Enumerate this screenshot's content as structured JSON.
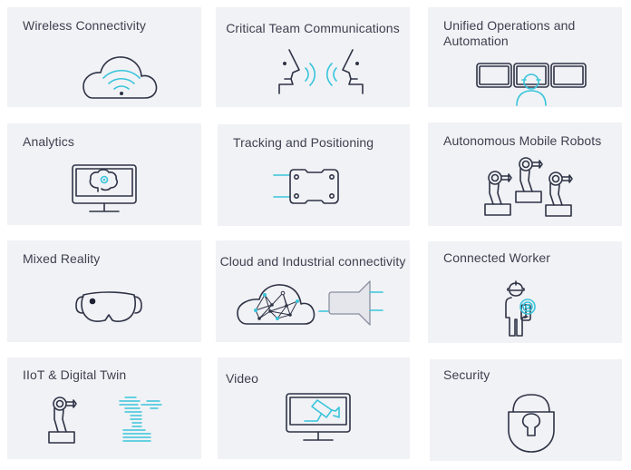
{
  "colors": {
    "tile_background": "#f1f2f5",
    "page_background": "#ffffff",
    "line": "#2e3346",
    "accent": "#38c4db",
    "text": "#3d4150"
  },
  "tiles": [
    {
      "label": "Wireless Connectivity",
      "icon": "wifi-cloud-icon"
    },
    {
      "label": "Critical Team Communications",
      "icon": "two-faces-talking-icon"
    },
    {
      "label": "Unified Operations and Automation",
      "icon": "operator-monitors-icon"
    },
    {
      "label": "Analytics",
      "icon": "monitor-brain-gear-icon"
    },
    {
      "label": "Tracking and Positioning",
      "icon": "asset-tag-icon"
    },
    {
      "label": "Autonomous Mobile Robots",
      "icon": "robot-arms-icon"
    },
    {
      "label": "Mixed Reality",
      "icon": "mr-headset-icon"
    },
    {
      "label": "Cloud and Industrial connectivity",
      "icon": "cloud-network-connector-icon"
    },
    {
      "label": "Connected Worker",
      "icon": "worker-with-device-icon"
    },
    {
      "label": "IIoT & Digital Twin",
      "icon": "robot-arm-digital-twin-icon"
    },
    {
      "label": "Video",
      "icon": "monitor-camera-icon"
    },
    {
      "label": "Security",
      "icon": "padlock-icon"
    }
  ]
}
